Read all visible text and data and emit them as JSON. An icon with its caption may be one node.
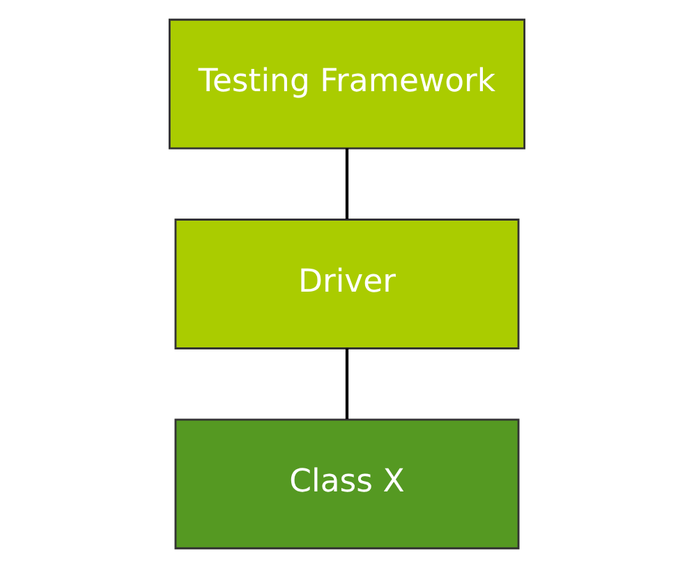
{
  "diagram": {
    "nodes": [
      {
        "text": [
          "Testing Framework"
        ]
      },
      {
        "text": [
          "Driver"
        ]
      },
      {
        "text": [
          "Class X"
        ]
      }
    ],
    "edges": [
      {
        "from": 0,
        "to": 1,
        "arrow": "none"
      },
      {
        "from": 1,
        "to": 2,
        "arrow": "none"
      }
    ]
  }
}
